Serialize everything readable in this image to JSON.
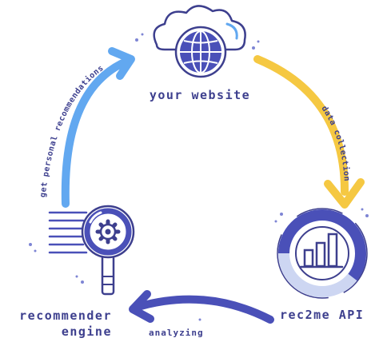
{
  "nodes": {
    "website": {
      "label": "your website"
    },
    "api": {
      "label": "rec2me API"
    },
    "engine": {
      "label_line1": "recommender",
      "label_line2": "engine"
    }
  },
  "edges": {
    "data_collection": {
      "label": "data collection",
      "color": "#f5c842"
    },
    "analyzing": {
      "label": "analyzing",
      "color": "#4a50b8"
    },
    "recommendations": {
      "label": "get personal recommendations",
      "color": "#62a8f0"
    }
  },
  "colors": {
    "primary": "#4a50b8",
    "outline": "#3d3f8e",
    "light_blue": "#62a8f0",
    "yellow": "#f5c842",
    "accent_fill": "#cdd6f2"
  }
}
